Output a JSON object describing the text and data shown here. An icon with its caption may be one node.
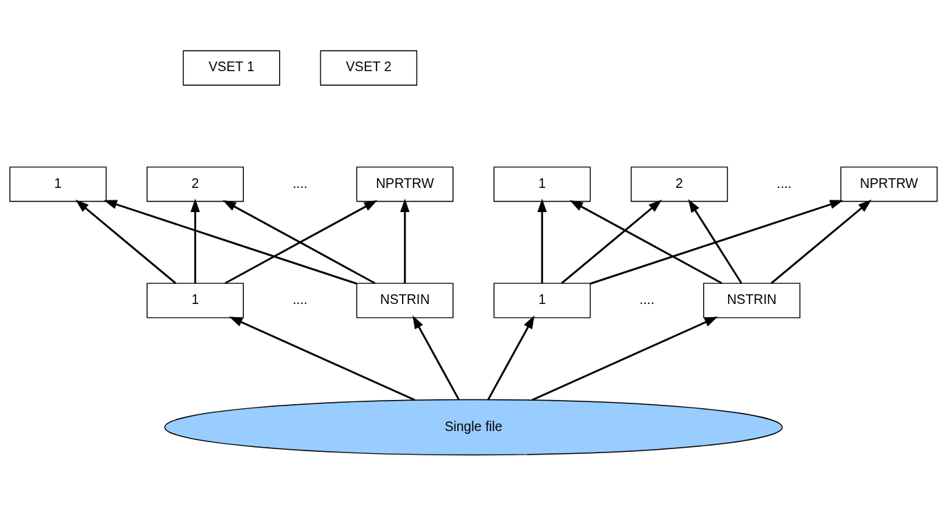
{
  "diagram": {
    "nodes": [
      {
        "text": [
          "VSET 1"
        ]
      },
      {
        "text": [
          "1"
        ]
      },
      {
        "text": [
          "2"
        ]
      },
      {
        "text": [
          "NPRTRW"
        ]
      },
      {
        "text": [
          "VSET 2"
        ]
      },
      {
        "text": [
          "1"
        ]
      },
      {
        "text": [
          "2"
        ]
      },
      {
        "text": [
          "NPRTRW"
        ]
      },
      {
        "text": [
          "1"
        ]
      },
      {
        "text": [
          "NSTRIN"
        ]
      },
      {
        "text": [
          "1"
        ]
      },
      {
        "text": [
          "NSTRIN"
        ]
      },
      {
        "text": [
          "Single file"
        ]
      }
    ],
    "edges": [
      {
        "from": 8,
        "to": 1,
        "arrow": "to"
      },
      {
        "from": 8,
        "to": 2,
        "arrow": "to"
      },
      {
        "from": 8,
        "to": 3,
        "arrow": "to"
      },
      {
        "from": 9,
        "to": 1,
        "arrow": "to"
      },
      {
        "from": 9,
        "to": 2,
        "arrow": "to"
      },
      {
        "from": 9,
        "to": 3,
        "arrow": "to"
      },
      {
        "from": 10,
        "to": 5,
        "arrow": "to"
      },
      {
        "from": 10,
        "to": 6,
        "arrow": "to"
      },
      {
        "from": 10,
        "to": 7,
        "arrow": "to"
      },
      {
        "from": 11,
        "to": 5,
        "arrow": "to"
      },
      {
        "from": 11,
        "to": 6,
        "arrow": "to"
      },
      {
        "from": 11,
        "to": 7,
        "arrow": "to"
      },
      {
        "from": 12,
        "to": 8,
        "arrow": "to"
      },
      {
        "from": 12,
        "to": 9,
        "arrow": "to"
      },
      {
        "from": 12,
        "to": 10,
        "arrow": "to"
      },
      {
        "from": 12,
        "to": 11,
        "arrow": "to"
      }
    ],
    "labels": [
      "....",
      "....",
      "....",
      "...."
    ]
  }
}
